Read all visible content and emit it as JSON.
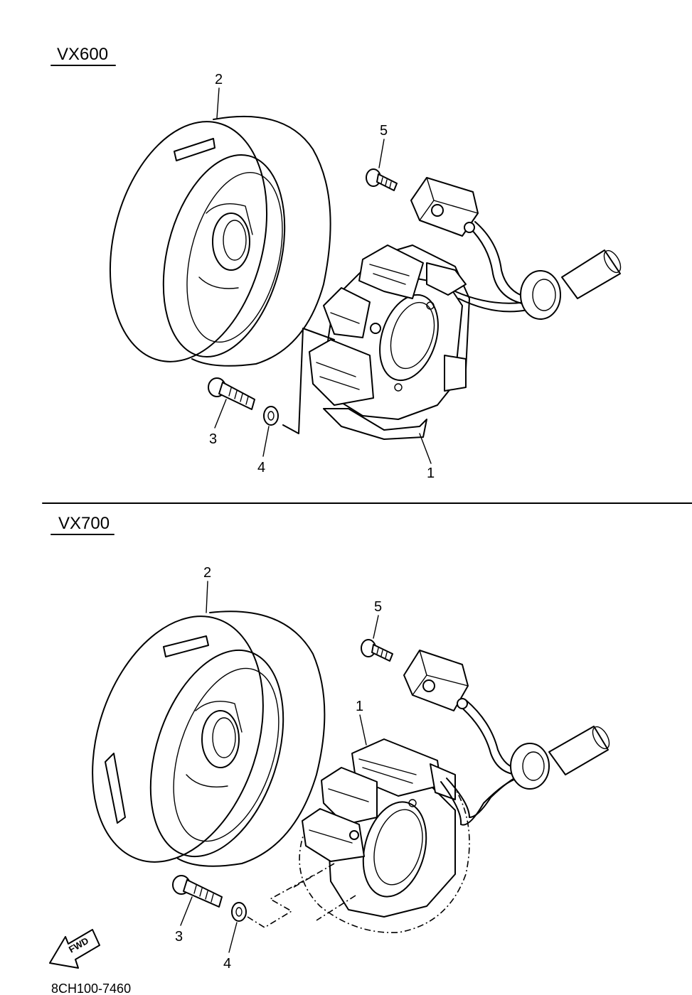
{
  "sections": [
    {
      "title": "VX600",
      "callouts": [
        "1",
        "2",
        "3",
        "4",
        "5"
      ]
    },
    {
      "title": "VX700",
      "callouts": [
        "1",
        "2",
        "3",
        "4",
        "5"
      ]
    }
  ],
  "direction_arrow": {
    "text": "FWD"
  },
  "drawing_code": "8CH100-7460"
}
